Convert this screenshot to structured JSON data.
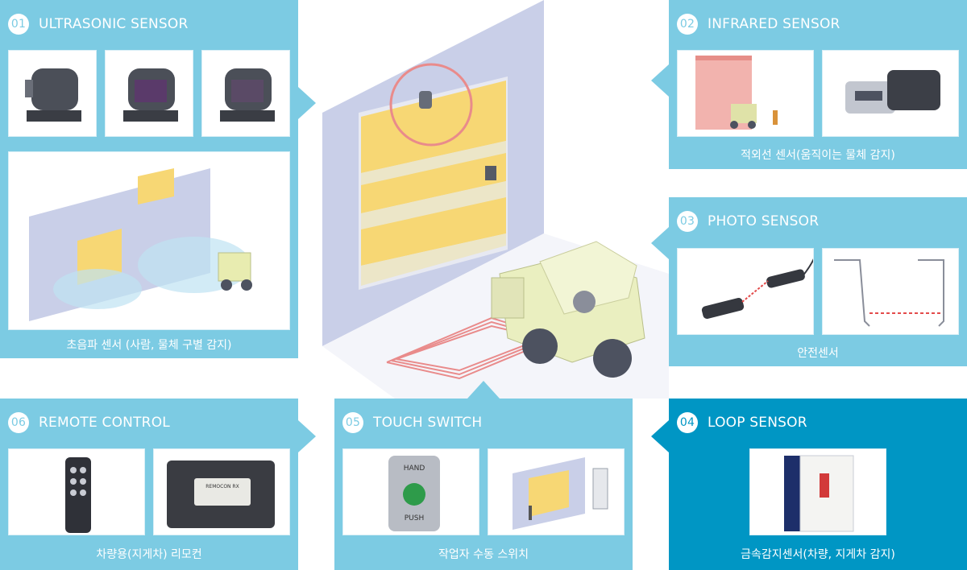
{
  "panels": {
    "ultrasonic": {
      "num": "01",
      "title": "ULTRASONIC SENSOR",
      "caption": "초음파 센서 (사람, 물체 구별 감지)"
    },
    "infrared": {
      "num": "02",
      "title": "INFRARED SENSOR",
      "caption": "적외선 센서(움직이는 물체 감지)"
    },
    "photo": {
      "num": "03",
      "title": "PHOTO SENSOR",
      "caption": "안전센서"
    },
    "loop": {
      "num": "04",
      "title": "LOOP SENSOR",
      "caption": "금속감지센서(차량, 지게차 감지)"
    },
    "touch": {
      "num": "05",
      "title": "TOUCH SWITCH",
      "caption": "작업자 수동 스위치"
    },
    "remote": {
      "num": "06",
      "title": "REMOTE CONTROL",
      "caption": "차량용(지게차) 리모컨"
    }
  },
  "labels": {
    "push_top": "HAND",
    "push_bottom": "PUSH",
    "remocon": "REMOCON RX"
  },
  "colors": {
    "panel": "#7ccbe3",
    "panel_active": "#0096c4",
    "door_yellow": "#f7d774",
    "wall": "#c9cfe8"
  }
}
